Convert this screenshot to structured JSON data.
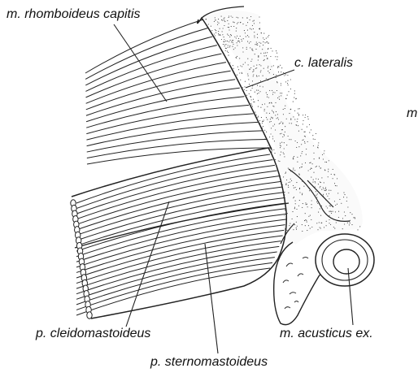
{
  "labels": {
    "rhomboideus": "m. rhomboideus capitis",
    "lateralis": "c. lateralis",
    "partial_m": "m",
    "cleidomastoideus": "p. cleidomastoideus",
    "acusticus": "m. acusticus ex.",
    "sternomastoideus": "p. sternomastoideus"
  },
  "colors": {
    "line": "#222222",
    "background": "#ffffff"
  }
}
